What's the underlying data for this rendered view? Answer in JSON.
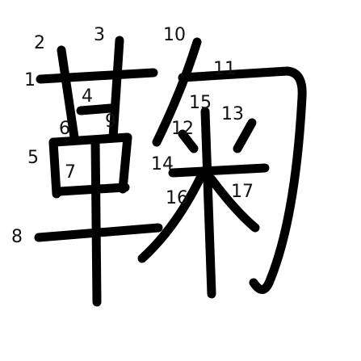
{
  "figure": {
    "stroke_color": "#000000",
    "label_color": "#111111",
    "stroke_numbers": [
      "1",
      "2",
      "3",
      "4",
      "5",
      "6",
      "7",
      "8",
      "9",
      "10",
      "11",
      "12",
      "13",
      "14",
      "15",
      "16",
      "17"
    ]
  }
}
